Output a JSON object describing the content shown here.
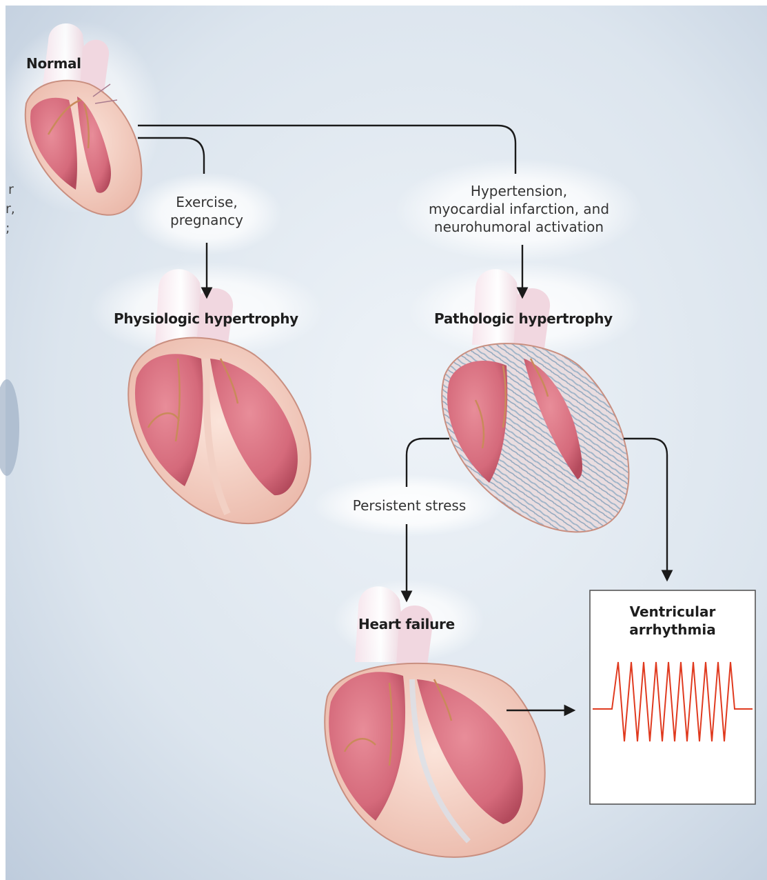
{
  "labels": {
    "normal": "Normal",
    "physiologic": "Physiologic hypertrophy",
    "pathologic": "Pathologic hypertrophy",
    "heart_failure": "Heart failure",
    "ventricular_arrhythmia_line1": "Ventricular",
    "ventricular_arrhythmia_line2": "arrhythmia"
  },
  "triggers": {
    "physiologic_line1": "Exercise,",
    "physiologic_line2": "pregnancy",
    "pathologic_line1": "Hypertension,",
    "pathologic_line2": "myocardial infarction, and",
    "pathologic_line3": "neurohumoral activation",
    "failure": "Persistent stress"
  },
  "cut_text": [
    "r",
    "r,",
    ";"
  ],
  "colors": {
    "background": "#dde6ef",
    "background_edge": "#b9c9d9",
    "myocardium": "#f4c9bd",
    "chamber": "#d9707f",
    "chamber_shadow": "#b64c5e",
    "artery": "#c98a5a",
    "fibrosis": "#9fb4c8",
    "ecg_trace": "#e03a1f",
    "arrow": "#1a1a1a"
  },
  "icons": [
    "normal-heart-icon",
    "physiologic-heart-icon",
    "pathologic-heart-icon",
    "failing-heart-icon",
    "ecg-trace-icon"
  ]
}
